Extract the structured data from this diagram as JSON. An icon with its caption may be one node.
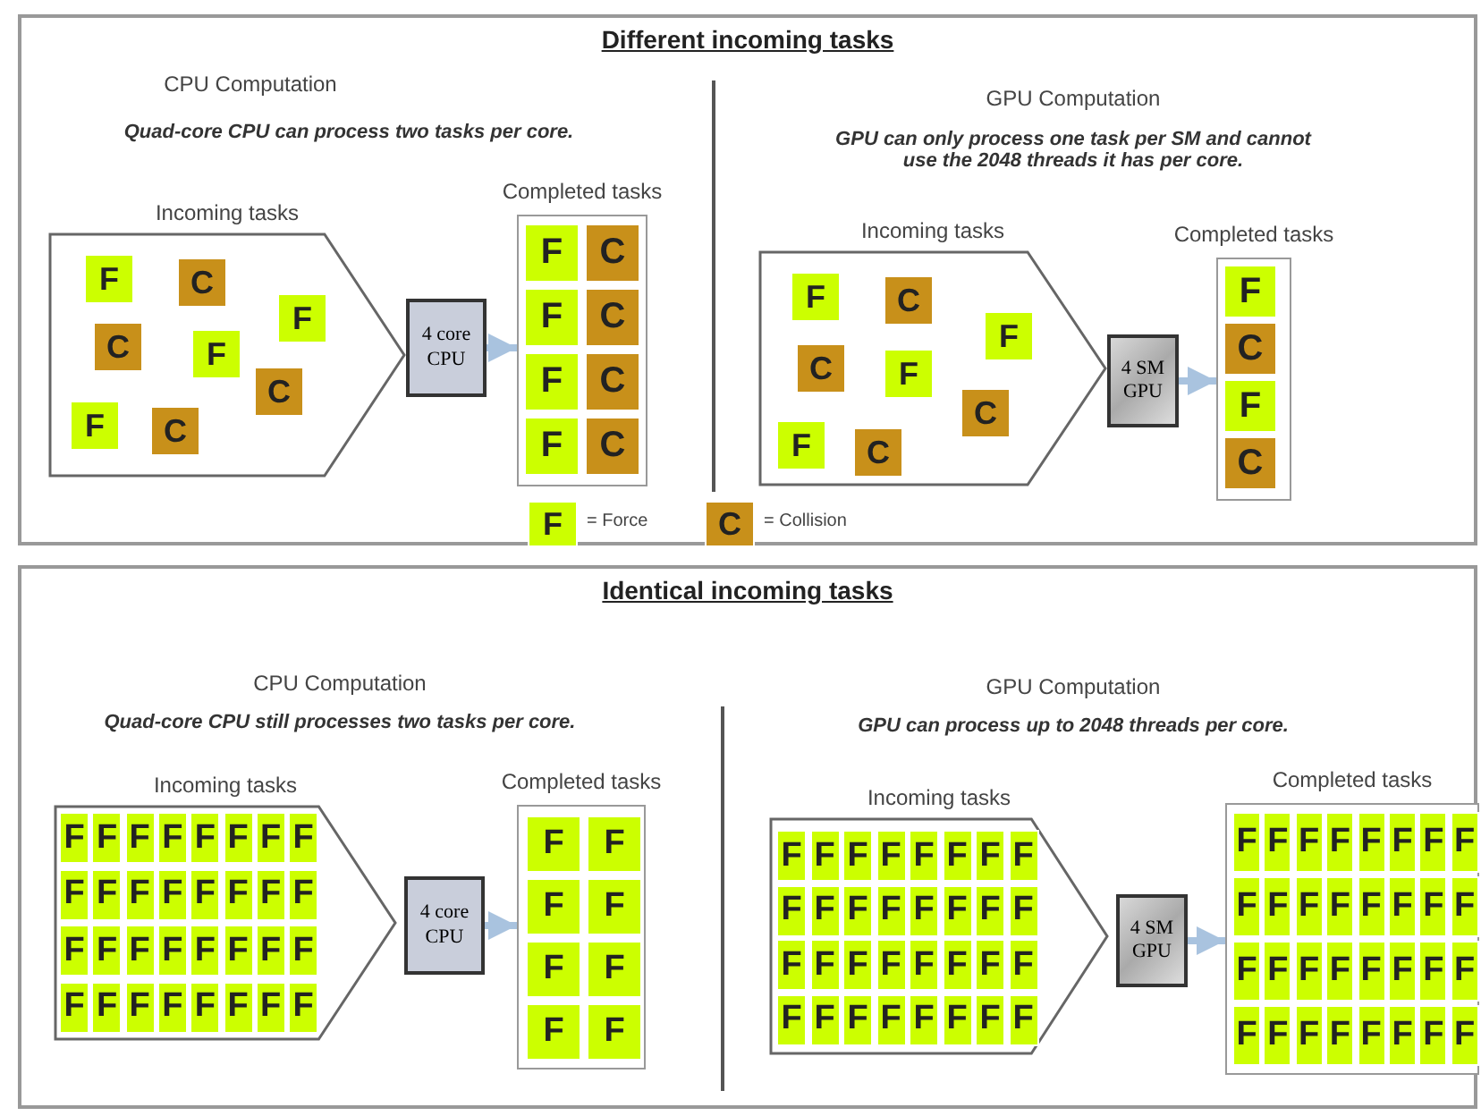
{
  "diagram": {
    "nodes": [
      {
        "text": [
          "Different incoming tasks"
        ]
      },
      {
        "text": [
          "Incoming tasks"
        ],
        "in": 0
      },
      {
        "text": [
          "F"
        ],
        "in": 1
      },
      {
        "text": [
          "C"
        ],
        "in": 1
      },
      {
        "text": [
          "F"
        ],
        "in": 1
      },
      {
        "text": [
          "C"
        ],
        "in": 1
      },
      {
        "text": [
          "F"
        ],
        "in": 1
      },
      {
        "text": [
          "C"
        ],
        "in": 1
      },
      {
        "text": [
          "F"
        ],
        "in": 1
      },
      {
        "text": [
          "C"
        ],
        "in": 1
      },
      {
        "text": [
          "4 core CPU"
        ],
        "in": 0
      },
      {
        "text": [
          "Completed tasks"
        ],
        "in": 0
      },
      {
        "text": [
          "F"
        ],
        "in": 11
      },
      {
        "text": [
          "C"
        ],
        "in": 11
      },
      {
        "text": [
          "F"
        ],
        "in": 11
      },
      {
        "text": [
          "C"
        ],
        "in": 11
      },
      {
        "text": [
          "F"
        ],
        "in": 11
      },
      {
        "text": [
          "C"
        ],
        "in": 11
      },
      {
        "text": [
          "F"
        ],
        "in": 11
      },
      {
        "text": [
          "C"
        ],
        "in": 11
      },
      {
        "text": [
          "Incoming tasks"
        ],
        "in": 0
      },
      {
        "text": [
          "F"
        ],
        "in": 20
      },
      {
        "text": [
          "C"
        ],
        "in": 20
      },
      {
        "text": [
          "F"
        ],
        "in": 20
      },
      {
        "text": [
          "C"
        ],
        "in": 20
      },
      {
        "text": [
          "F"
        ],
        "in": 20
      },
      {
        "text": [
          "C"
        ],
        "in": 20
      },
      {
        "text": [
          "F"
        ],
        "in": 20
      },
      {
        "text": [
          "C"
        ],
        "in": 20
      },
      {
        "text": [
          "4 SM GPU"
        ],
        "in": 0
      },
      {
        "text": [
          "Completed tasks"
        ],
        "in": 0
      },
      {
        "text": [
          "F"
        ],
        "in": 30
      },
      {
        "text": [
          "C"
        ],
        "in": 30
      },
      {
        "text": [
          "F"
        ],
        "in": 30
      },
      {
        "text": [
          "C"
        ],
        "in": 30
      },
      {
        "text": [
          "F"
        ],
        "in": 0,
        "beside": [
          "= Force"
        ]
      },
      {
        "text": [
          "C"
        ],
        "in": 0,
        "beside": [
          "= Collision"
        ]
      },
      {
        "text": [
          "Identical incoming tasks"
        ]
      },
      {
        "text": [
          "Incoming tasks"
        ],
        "in": 37
      },
      {
        "text": [
          "F"
        ],
        "in": 38
      },
      {
        "text": [
          "F"
        ],
        "in": 38
      },
      {
        "text": [
          "F"
        ],
        "in": 38
      },
      {
        "text": [
          "F"
        ],
        "in": 38
      },
      {
        "text": [
          "F"
        ],
        "in": 38
      },
      {
        "text": [
          "F"
        ],
        "in": 38
      },
      {
        "text": [
          "F"
        ],
        "in": 38
      },
      {
        "text": [
          "F"
        ],
        "in": 38
      },
      {
        "text": [
          "F"
        ],
        "in": 38
      },
      {
        "text": [
          "F"
        ],
        "in": 38
      },
      {
        "text": [
          "F"
        ],
        "in": 38
      },
      {
        "text": [
          "F"
        ],
        "in": 38
      },
      {
        "text": [
          "F"
        ],
        "in": 38
      },
      {
        "text": [
          "F"
        ],
        "in": 38
      },
      {
        "text": [
          "F"
        ],
        "in": 38
      },
      {
        "text": [
          "F"
        ],
        "in": 38
      },
      {
        "text": [
          "F"
        ],
        "in": 38
      },
      {
        "text": [
          "F"
        ],
        "in": 38
      },
      {
        "text": [
          "F"
        ],
        "in": 38
      },
      {
        "text": [
          "F"
        ],
        "in": 38
      },
      {
        "text": [
          "F"
        ],
        "in": 38
      },
      {
        "text": [
          "F"
        ],
        "in": 38
      },
      {
        "text": [
          "F"
        ],
        "in": 38
      },
      {
        "text": [
          "F"
        ],
        "in": 38
      },
      {
        "text": [
          "F"
        ],
        "in": 38
      },
      {
        "text": [
          "F"
        ],
        "in": 38
      },
      {
        "text": [
          "F"
        ],
        "in": 38
      },
      {
        "text": [
          "F"
        ],
        "in": 38
      },
      {
        "text": [
          "F"
        ],
        "in": 38
      },
      {
        "text": [
          "F"
        ],
        "in": 38
      },
      {
        "text": [
          "F"
        ],
        "in": 38
      },
      {
        "text": [
          "F"
        ],
        "in": 38
      },
      {
        "text": [
          "4 core CPU"
        ],
        "in": 37
      },
      {
        "text": [
          "Completed tasks"
        ],
        "in": 37
      },
      {
        "text": [
          "F"
        ],
        "in": 72
      },
      {
        "text": [
          "F"
        ],
        "in": 72
      },
      {
        "text": [
          "F"
        ],
        "in": 72
      },
      {
        "text": [
          "F"
        ],
        "in": 72
      },
      {
        "text": [
          "F"
        ],
        "in": 72
      },
      {
        "text": [
          "F"
        ],
        "in": 72
      },
      {
        "text": [
          "F"
        ],
        "in": 72
      },
      {
        "text": [
          "F"
        ],
        "in": 72
      },
      {
        "text": [
          "Incoming tasks"
        ],
        "in": 37
      },
      {
        "text": [
          "F"
        ],
        "in": 81
      },
      {
        "text": [
          "F"
        ],
        "in": 81
      },
      {
        "text": [
          "F"
        ],
        "in": 81
      },
      {
        "text": [
          "F"
        ],
        "in": 81
      },
      {
        "text": [
          "F"
        ],
        "in": 81
      },
      {
        "text": [
          "F"
        ],
        "in": 81
      },
      {
        "text": [
          "F"
        ],
        "in": 81
      },
      {
        "text": [
          "F"
        ],
        "in": 81
      },
      {
        "text": [
          "F"
        ],
        "in": 81
      },
      {
        "text": [
          "F"
        ],
        "in": 81
      },
      {
        "text": [
          "F"
        ],
        "in": 81
      },
      {
        "text": [
          "F"
        ],
        "in": 81
      },
      {
        "text": [
          "F"
        ],
        "in": 81
      },
      {
        "text": [
          "F"
        ],
        "in": 81
      },
      {
        "text": [
          "F"
        ],
        "in": 81
      },
      {
        "text": [
          "F"
        ],
        "in": 81
      },
      {
        "text": [
          "F"
        ],
        "in": 81
      },
      {
        "text": [
          "F"
        ],
        "in": 81
      },
      {
        "text": [
          "F"
        ],
        "in": 81
      },
      {
        "text": [
          "F"
        ],
        "in": 81
      },
      {
        "text": [
          "F"
        ],
        "in": 81
      },
      {
        "text": [
          "F"
        ],
        "in": 81
      },
      {
        "text": [
          "F"
        ],
        "in": 81
      },
      {
        "text": [
          "F"
        ],
        "in": 81
      },
      {
        "text": [
          "F"
        ],
        "in": 81
      },
      {
        "text": [
          "F"
        ],
        "in": 81
      },
      {
        "text": [
          "F"
        ],
        "in": 81
      },
      {
        "text": [
          "F"
        ],
        "in": 81
      },
      {
        "text": [
          "F"
        ],
        "in": 81
      },
      {
        "text": [
          "F"
        ],
        "in": 81
      },
      {
        "text": [
          "F"
        ],
        "in": 81
      },
      {
        "text": [
          "F"
        ],
        "in": 81
      },
      {
        "text": [
          "4 SM GPU"
        ],
        "in": 37
      },
      {
        "text": [
          "Completed tasks"
        ],
        "in": 37
      },
      {
        "text": [
          "F"
        ],
        "in": 115
      },
      {
        "text": [
          "F"
        ],
        "in": 115
      },
      {
        "text": [
          "F"
        ],
        "in": 115
      },
      {
        "text": [
          "F"
        ],
        "in": 115
      },
      {
        "text": [
          "F"
        ],
        "in": 115
      },
      {
        "text": [
          "F"
        ],
        "in": 115
      },
      {
        "text": [
          "F"
        ],
        "in": 115
      },
      {
        "text": [
          "F"
        ],
        "in": 115
      },
      {
        "text": [
          "F"
        ],
        "in": 115
      },
      {
        "text": [
          "F"
        ],
        "in": 115
      },
      {
        "text": [
          "F"
        ],
        "in": 115
      },
      {
        "text": [
          "F"
        ],
        "in": 115
      },
      {
        "text": [
          "F"
        ],
        "in": 115
      },
      {
        "text": [
          "F"
        ],
        "in": 115
      },
      {
        "text": [
          "F"
        ],
        "in": 115
      },
      {
        "text": [
          "F"
        ],
        "in": 115
      },
      {
        "text": [
          "F"
        ],
        "in": 115
      },
      {
        "text": [
          "F"
        ],
        "in": 115
      },
      {
        "text": [
          "F"
        ],
        "in": 115
      },
      {
        "text": [
          "F"
        ],
        "in": 115
      },
      {
        "text": [
          "F"
        ],
        "in": 115
      },
      {
        "text": [
          "F"
        ],
        "in": 115
      },
      {
        "text": [
          "F"
        ],
        "in": 115
      },
      {
        "text": [
          "F"
        ],
        "in": 115
      },
      {
        "text": [
          "F"
        ],
        "in": 115
      },
      {
        "text": [
          "F"
        ],
        "in": 115
      },
      {
        "text": [
          "F"
        ],
        "in": 115
      },
      {
        "text": [
          "F"
        ],
        "in": 115
      },
      {
        "text": [
          "F"
        ],
        "in": 115
      },
      {
        "text": [
          "F"
        ],
        "in": 115
      },
      {
        "text": [
          "F"
        ],
        "in": 115
      },
      {
        "text": [
          "F"
        ],
        "in": 115
      }
    ],
    "edges": [
      {
        "from": 10,
        "to": 11,
        "arrow": "to"
      },
      {
        "from": 29,
        "to": 30,
        "arrow": "to"
      },
      {
        "from": 71,
        "to": 72,
        "arrow": "to"
      },
      {
        "from": 114,
        "to": 115,
        "arrow": "to"
      }
    ],
    "labels": [
      "CPU Computation",
      "Quad-core CPU can process two tasks per core.",
      "GPU Computation",
      "GPU can only process one task per SM and cannot use the 2048 threads it has per core.",
      "CPU Computation",
      "Quad-core CPU still processes two tasks per core.",
      "GPU Computation",
      "GPU can process up to 2048 threads per core."
    ]
  }
}
